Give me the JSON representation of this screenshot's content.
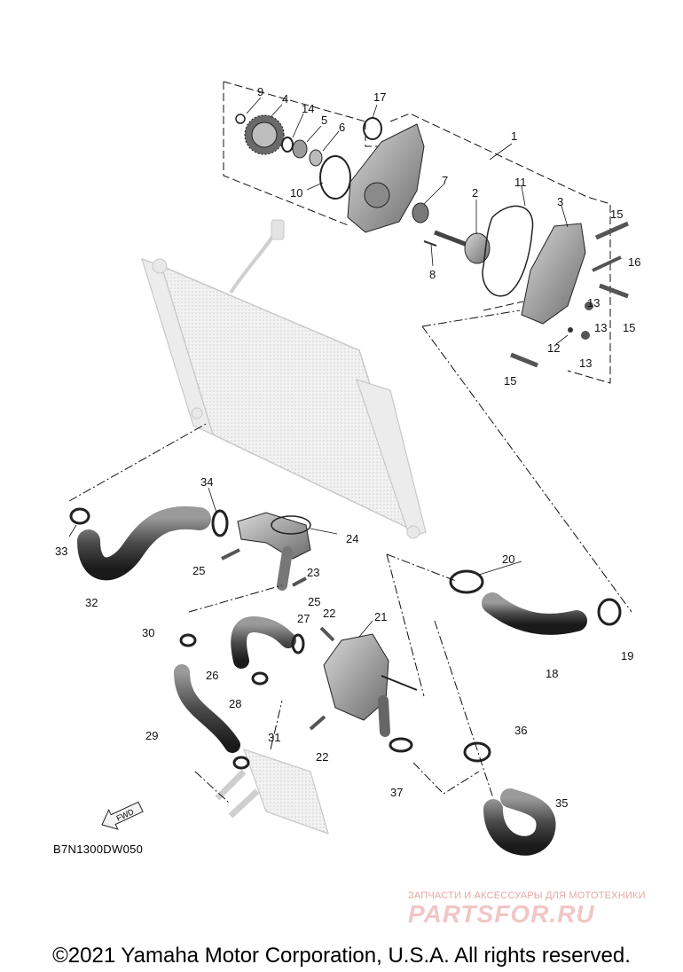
{
  "callouts": [
    "1",
    "2",
    "3",
    "4",
    "5",
    "6",
    "7",
    "8",
    "9",
    "10",
    "11",
    "12",
    "13",
    "13",
    "13",
    "14",
    "15",
    "15",
    "15",
    "16",
    "17",
    "18",
    "19",
    "20",
    "21",
    "22",
    "22",
    "23",
    "24",
    "25",
    "25",
    "26",
    "27",
    "28",
    "29",
    "30",
    "31",
    "32",
    "33",
    "34",
    "35",
    "36",
    "37"
  ],
  "reference_code": "B7N1300DW050",
  "front_arrow_label": "FWD",
  "watermark": {
    "caption": "ЗАПЧАСТИ И АКСЕССУАРЫ ДЛЯ МОТОТЕХНИКИ",
    "logo": "PARTSFOR.RU"
  },
  "copyright": "©2021 Yamaha Motor Corporation, U.S.A. All rights reserved."
}
